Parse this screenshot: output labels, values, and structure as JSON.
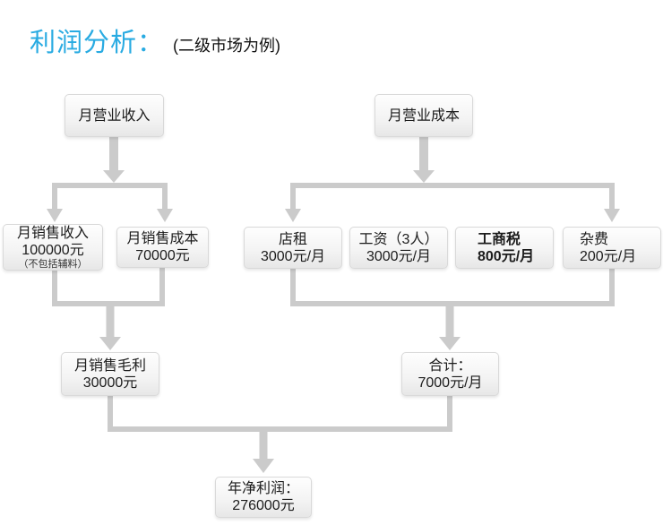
{
  "title": {
    "main": "利润分析：",
    "sub": "(二级市场为例)",
    "accent_color": "#29abe2"
  },
  "flowchart": {
    "line_color": "#cbcbcb",
    "nodes": [
      {
        "id": "monthly-revenue",
        "lines": [
          "月营业收入"
        ]
      },
      {
        "id": "monthly-cost",
        "lines": [
          "月营业成本"
        ]
      },
      {
        "id": "monthly-sales-income",
        "lines": [
          "月销售收入",
          "100000元"
        ],
        "note": "（不包括辅料）"
      },
      {
        "id": "monthly-sales-cost",
        "lines": [
          "月销售成本",
          "70000元"
        ]
      },
      {
        "id": "shop-rent",
        "lines": [
          "店租",
          "3000元/月"
        ]
      },
      {
        "id": "wages",
        "lines": [
          "工资（3人）",
          "3000元/月"
        ]
      },
      {
        "id": "business-tax",
        "lines": [
          "工商税",
          "800元/月"
        ],
        "bold": true
      },
      {
        "id": "misc-fees",
        "lines": [
          "杂费",
          "200元/月"
        ]
      },
      {
        "id": "gross-profit",
        "lines": [
          "月销售毛利",
          "30000元"
        ]
      },
      {
        "id": "cost-total",
        "lines": [
          "合计：",
          "7000元/月"
        ]
      },
      {
        "id": "annual-net-profit",
        "lines": [
          "年净利润：",
          "276000元"
        ]
      }
    ]
  }
}
